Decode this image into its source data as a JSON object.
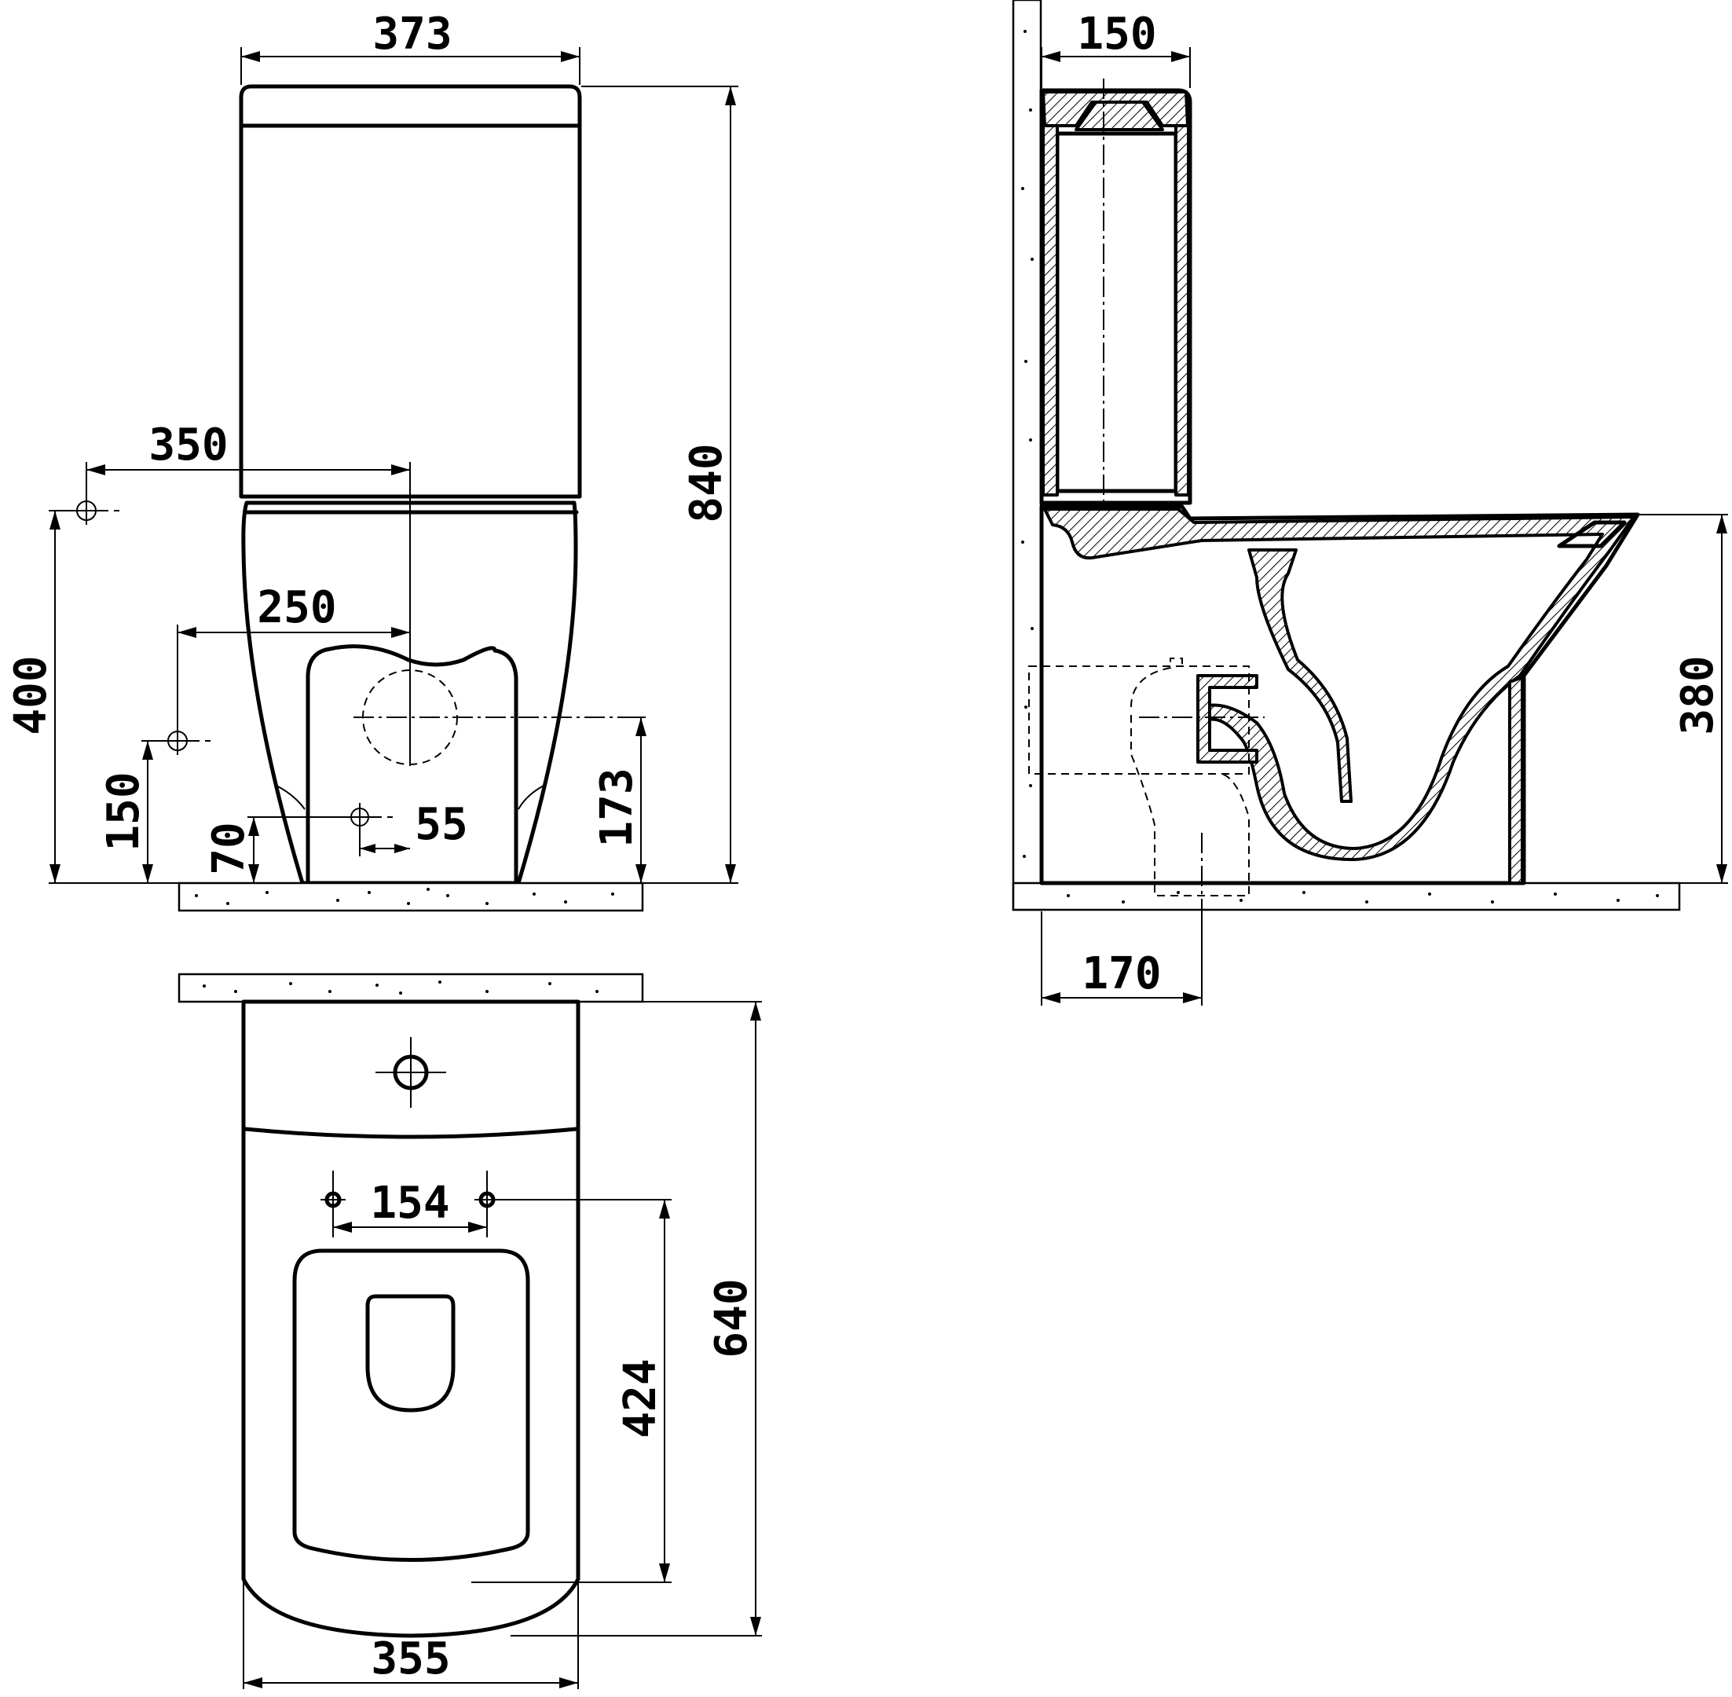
{
  "dimensions": {
    "front_width": "373",
    "front_height": "840",
    "front_inlet_width": "350",
    "front_inlet_height": "400",
    "front_drain_width": "250",
    "front_drain_height": "150",
    "front_fix_height": "70",
    "front_fix_offset": "55",
    "front_outlet_height": "173",
    "side_tank_depth": "150",
    "side_seat_height": "380",
    "side_outlet_distance": "170",
    "top_fix_spacing": "154",
    "top_fix_to_front": "424",
    "top_depth": "640",
    "top_width": "355"
  }
}
